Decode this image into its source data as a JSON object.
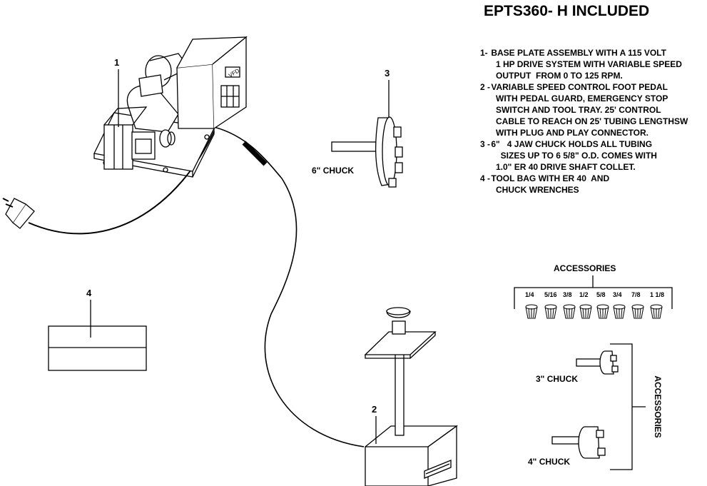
{
  "title": "EPTS360- H INCLUDED",
  "description": [
    {
      "num": "1-",
      "lines": [
        "BASE PLATE ASSEMBLY WITH A 115 VOLT",
        "  1 HP DRIVE SYSTEM WITH VARIABLE SPEED",
        "  OUTPUT  FROM 0 TO 125 RPM."
      ]
    },
    {
      "num": "2 -",
      "lines": [
        "VARIABLE SPEED CONTROL FOOT PEDAL",
        "  WITH PEDAL GUARD, EMERGENCY STOP",
        "  SWITCH AND TOOL TRAY. 25' CONTROL",
        "  CABLE TO REACH ON 25' TUBING LENGTHSW",
        "  WITH PLUG AND PLAY CONNECTOR."
      ]
    },
    {
      "num": "3 -",
      "lines": [
        "6\"   4 JAW CHUCK HOLDS ALL TUBING",
        "    SIZES UP TO 6 5/8\" O.D. COMES WITH",
        "  1.0\" ER 40 DRIVE SHAFT COLLET."
      ]
    },
    {
      "num": "4 -",
      "lines": [
        "TOOL BAG WITH ER 40  AND",
        "  CHUCK WRENCHES"
      ]
    }
  ],
  "callouts": {
    "n1": "1",
    "n2": "2",
    "n3": "3",
    "n4": "4"
  },
  "labels": {
    "chuck6": "6\" CHUCK",
    "chuck3": "3\" CHUCK",
    "chuck4": "4\" CHUCK",
    "accessories_top": "ACCESSORIES",
    "accessories_side": "ACCESSORIES",
    "vfd": "VFD"
  },
  "collet_sizes": [
    "1/4",
    "5/16",
    "3/8",
    "1/2",
    "5/8",
    "3/4",
    "7/8",
    "1 1/8"
  ]
}
